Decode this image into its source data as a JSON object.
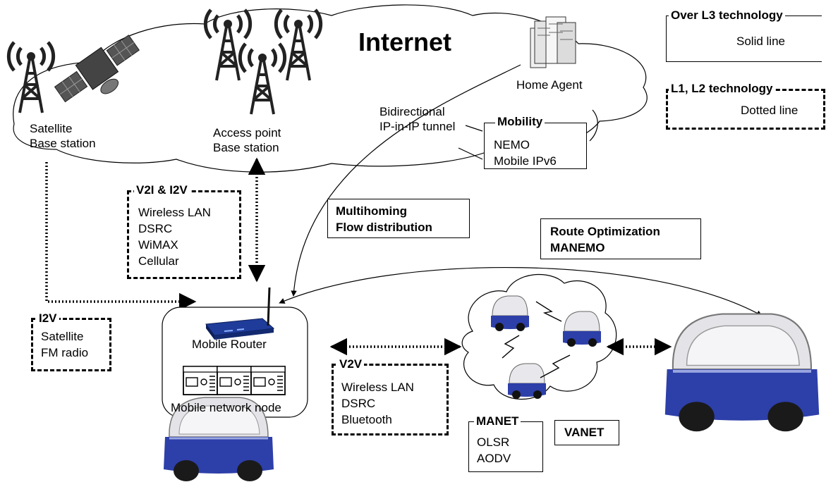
{
  "internet_label": "Internet",
  "nodes": {
    "satellite_base_station": [
      "Satellite",
      "Base station"
    ],
    "access_point_base_station": [
      "Access point",
      "Base station"
    ],
    "home_agent": "Home Agent",
    "mobile_router": "Mobile Router",
    "mobile_network_node": "Mobile network node"
  },
  "tunnel_label": [
    "Bidirectional",
    "IP-in-IP tunnel"
  ],
  "boxes": {
    "mobility": {
      "title": "Mobility",
      "items": [
        "NEMO",
        "Mobile IPv6"
      ]
    },
    "v2i_i2v": {
      "title": "V2I & I2V",
      "items": [
        "Wireless LAN",
        "DSRC",
        "WiMAX",
        "Cellular"
      ]
    },
    "i2v": {
      "title": "I2V",
      "items": [
        "Satellite",
        "FM radio"
      ]
    },
    "multihoming": {
      "items": [
        "Multihoming",
        "Flow distribution"
      ]
    },
    "route_optimization": {
      "items": [
        "Route Optimization",
        "MANEMO"
      ]
    },
    "v2v": {
      "title": "V2V",
      "items": [
        "Wireless LAN",
        "DSRC",
        "Bluetooth"
      ]
    },
    "manet": {
      "title": "MANET",
      "items": [
        "OLSR",
        "AODV"
      ]
    },
    "vanet": {
      "label": "VANET"
    }
  },
  "legend": {
    "l3": {
      "title": "Over L3 technology",
      "line_label": "Solid line"
    },
    "l1l2": {
      "title": "L1, L2 technology",
      "line_label": "Dotted line"
    }
  },
  "colors": {
    "vehicle_body": "#2d3fa8",
    "vehicle_shell": "#e6e6ea",
    "router": "#1f3c9a",
    "line": "#000000"
  }
}
